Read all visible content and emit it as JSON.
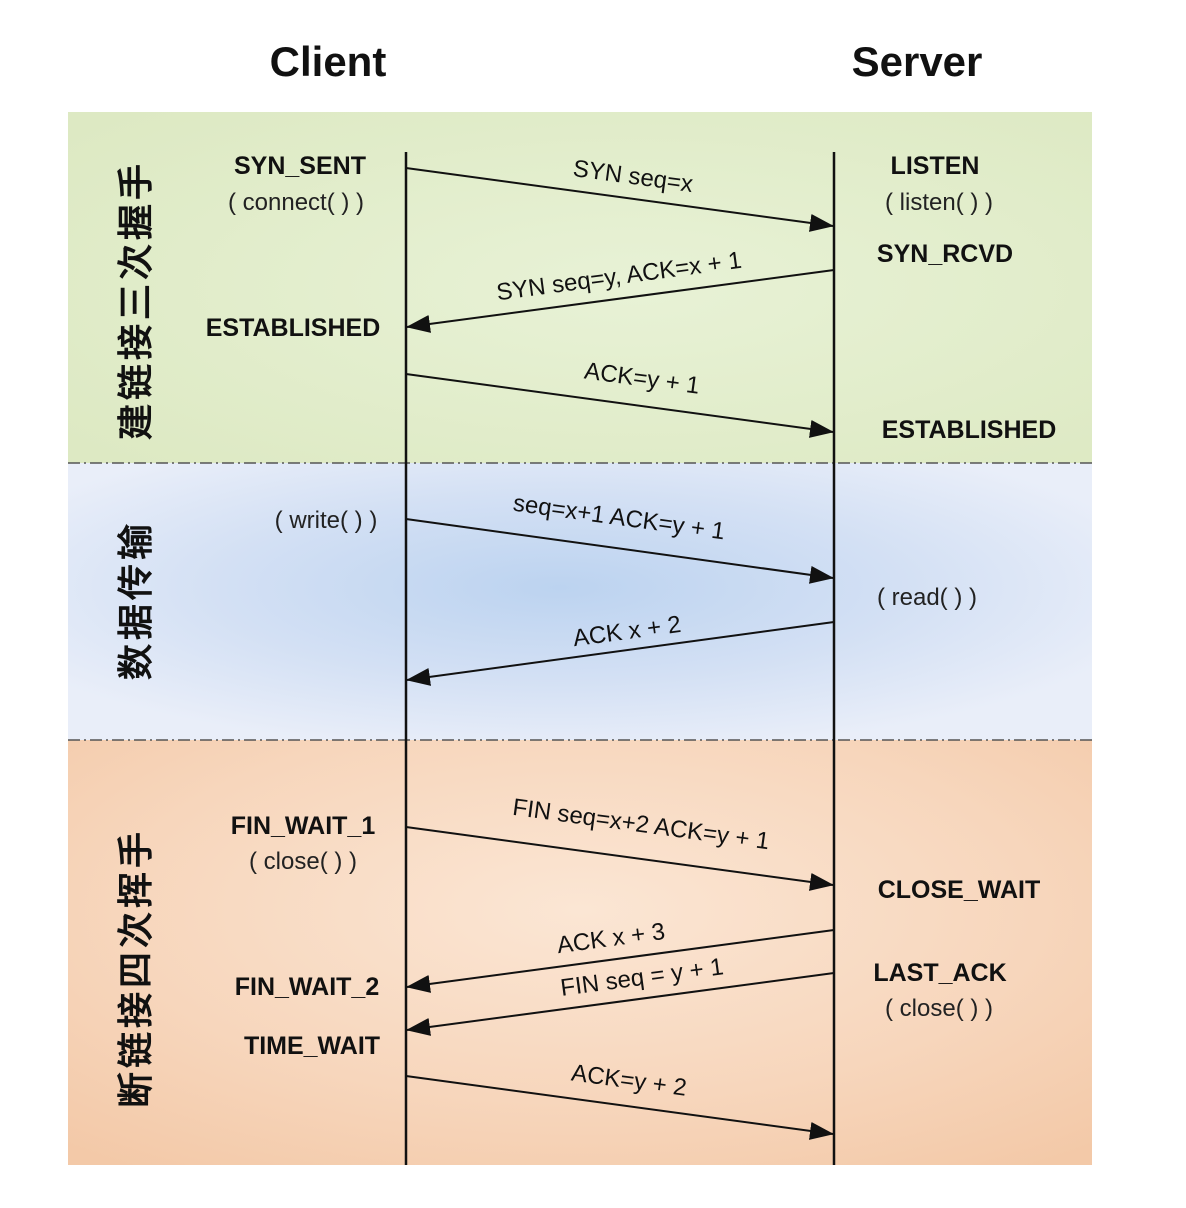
{
  "headers": {
    "client": "Client",
    "server": "Server"
  },
  "phases": {
    "handshake": "建链接三次握手",
    "transfer": "数据传输",
    "teardown": "断链接四次挥手"
  },
  "phase_colors": {
    "handshake": "#e4efcf",
    "transfer": "#d5e2f5",
    "teardown": "#f7d2b5"
  },
  "client_states": {
    "syn_sent": "SYN_SENT",
    "syn_sent_call": "( connect( ) )",
    "established": "ESTABLISHED",
    "write_call": "( write( ) )",
    "fin_wait_1": "FIN_WAIT_1",
    "fin_wait_1_call": "( close( ) )",
    "fin_wait_2": "FIN_WAIT_2",
    "time_wait": "TIME_WAIT"
  },
  "server_states": {
    "listen": "LISTEN",
    "listen_call": "( listen( ) )",
    "syn_rcvd": "SYN_RCVD",
    "established": "ESTABLISHED",
    "read_call": "( read( ) )",
    "close_wait": "CLOSE_WAIT",
    "last_ack": "LAST_ACK",
    "last_ack_call": "( close( ) )"
  },
  "messages": {
    "m1": "SYN seq=x",
    "m2": "SYN seq=y, ACK=x + 1",
    "m3": "ACK=y + 1",
    "m4": "seq=x+1 ACK=y + 1",
    "m5": "ACK x + 2",
    "m6": "FIN seq=x+2 ACK=y + 1",
    "m7": "ACK x + 3",
    "m8": "FIN seq = y + 1",
    "m9": "ACK=y + 2"
  }
}
